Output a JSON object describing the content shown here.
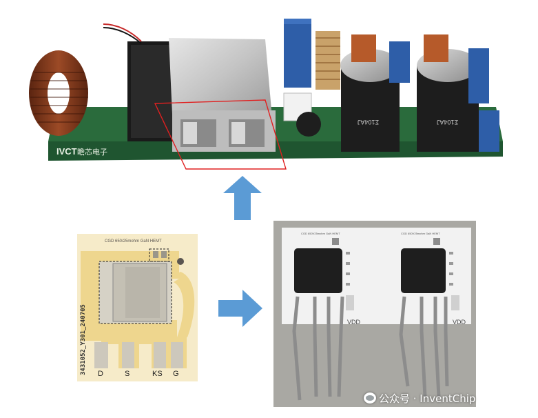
{
  "top_photo": {
    "board_brand": "IVCT",
    "board_brand_cn": "瞻芯电子",
    "capacitor_marking": "Σ104AJ"
  },
  "layout_drawing": {
    "device_title": "CGD 650/25mohm GaN HEMT",
    "part_number": "3431052_Y301_240705",
    "pins": [
      "D",
      "S",
      "KS",
      "G"
    ]
  },
  "board_photo": {
    "left_board_title": "CGD 650V25mohm GaN HEMT",
    "right_board_title": "CGD 650V25mohm GaN HEMT",
    "vdd_label": "VDD"
  },
  "watermark": {
    "text": "公众号 · InventChip"
  },
  "colors": {
    "arrow": "#5b9bd5",
    "highlight_box": "#e02020",
    "layout_background": "#f6ebc9",
    "copper_trace": "#eed68e",
    "pcb_green": "#2a6b3c"
  }
}
